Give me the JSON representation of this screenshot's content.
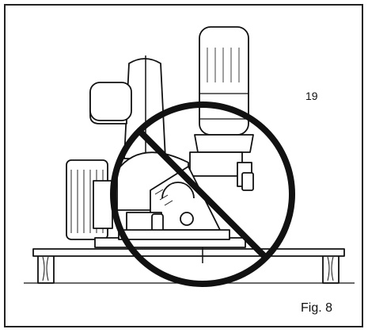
{
  "figure": {
    "reference_number": "19",
    "label": "Fig. 8",
    "depicts": "circular-saw-on-raised-board-prohibited"
  },
  "colors": {
    "line": "#111111",
    "fill": "#ffffff",
    "frame": "#222222"
  },
  "icons": {
    "prohibition": "no-symbol-icon",
    "tool": "circular-saw-icon"
  }
}
